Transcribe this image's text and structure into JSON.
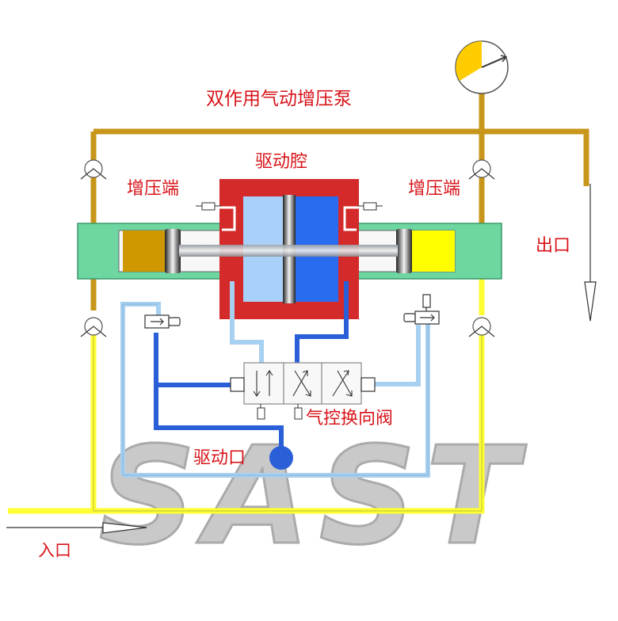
{
  "labels": {
    "title": "双作用气动增压泵",
    "drive_chamber": "驱动腔",
    "boost_left": "增压端",
    "boost_right": "增压端",
    "outlet": "出口",
    "valve": "气控换向阀",
    "drive_port": "驱动口",
    "inlet": "入口"
  },
  "watermark": "SAST",
  "colors": {
    "label": "#d8141a",
    "outlet_line": "#c8961a",
    "inlet_line": "#ffff33",
    "pilot_line": "#a8d0f0",
    "drive_line": "#2a5fd8",
    "housing": "#d42a2a",
    "chamber_light": "#a8d0f8",
    "chamber_dark": "#2a6cf0",
    "boost_cylinder": "#6ed6a0",
    "fluid_left": "#d09800",
    "fluid_right": "#ffff00",
    "gauge_face": "#ffcc00"
  },
  "icons": [
    "pressure-gauge-icon",
    "check-valve-icon",
    "pilot-valve-icon",
    "arrow-icon"
  ]
}
